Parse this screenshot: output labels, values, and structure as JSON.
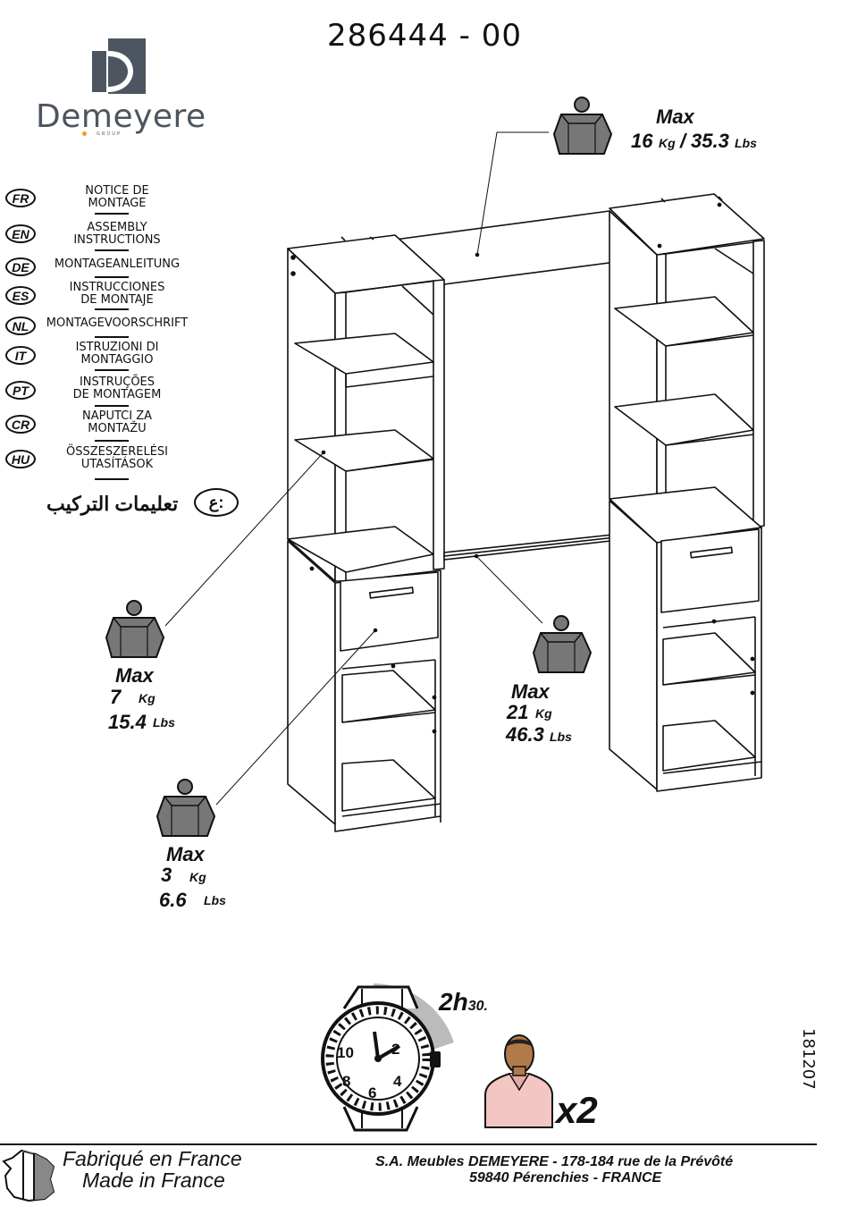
{
  "header": {
    "doc_number": "286444 - 00"
  },
  "brand": {
    "name": "Demeyere",
    "group": "GROUP",
    "colors": {
      "mark": "#4d5560",
      "accent": "#f0a020"
    }
  },
  "languages": [
    {
      "code": "FR",
      "lines": [
        "NOTICE DE",
        "MONTAGE"
      ]
    },
    {
      "code": "EN",
      "lines": [
        "ASSEMBLY",
        "INSTRUCTIONS"
      ]
    },
    {
      "code": "DE",
      "lines": [
        "MONTAGEANLEITUNG"
      ]
    },
    {
      "code": "ES",
      "lines": [
        "INSTRUCCIONES",
        "DE MONTAJE"
      ]
    },
    {
      "code": "NL",
      "lines": [
        "MONTAGEVOORSCHRIFT"
      ]
    },
    {
      "code": "IT",
      "lines": [
        "ISTRUZIONI DI",
        "MONTAGGIO"
      ]
    },
    {
      "code": "PT",
      "lines": [
        "INSTRUÇÕES",
        "DE MONTAGEM"
      ]
    },
    {
      "code": "CR",
      "lines": [
        "NAPUTCI ZA",
        "MONTAŽU"
      ]
    },
    {
      "code": "HU",
      "lines": [
        "ÖSSZESZERELÉSI",
        "UTASÍTÁSOK"
      ]
    }
  ],
  "arabic": {
    "code": "ع:",
    "text": "تعليمات التركيب"
  },
  "weights": {
    "top": {
      "max": "Max",
      "kg": "16",
      "kg_unit": "Kg",
      "sep": "/",
      "lbs": "35.3",
      "lbs_unit": "Lbs"
    },
    "shelf": {
      "max": "Max",
      "kg": "7",
      "kg_unit": "Kg",
      "lbs": "15.4",
      "lbs_unit": "Lbs"
    },
    "rod": {
      "max": "Max",
      "kg": "21",
      "kg_unit": "Kg",
      "lbs": "46.3",
      "lbs_unit": "Lbs"
    },
    "drawer": {
      "max": "Max",
      "kg": "3",
      "kg_unit": "Kg",
      "lbs": "6.6",
      "lbs_unit": "Lbs"
    }
  },
  "assembly": {
    "time_main": "2h",
    "time_sub": "30.",
    "people": "x2"
  },
  "watch": {
    "numerals": [
      "10",
      "2",
      "8",
      "4",
      "6"
    ]
  },
  "side_code": "181207",
  "footer": {
    "made_fr": "Fabriqué en France",
    "made_en": "Made in France",
    "address_line1": "S.A. Meubles DEMEYERE - 178-184 rue de la Prévôté",
    "address_line2": "59840 Pérenchies - FRANCE"
  }
}
